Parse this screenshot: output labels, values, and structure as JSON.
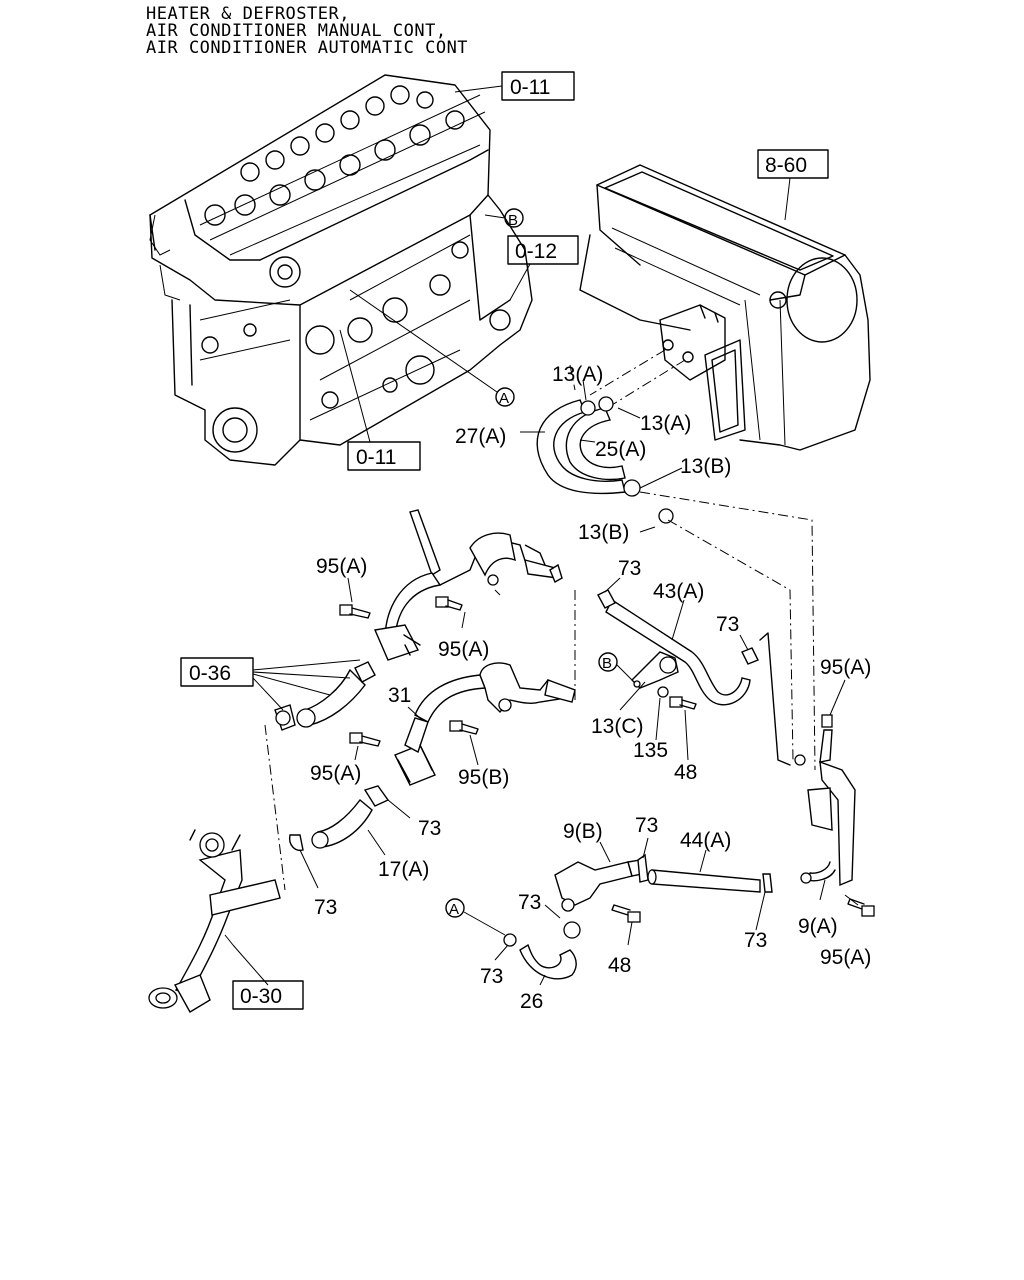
{
  "header": {
    "lines": [
      "HEATER & DEFROSTER,",
      "AIR CONDITIONER MANUAL CONT,",
      "AIR CONDITIONER AUTOMATIC CONT"
    ]
  },
  "references": {
    "ref_0_11_top": "0-11",
    "ref_0_11_bottom": "0-11",
    "ref_0_12": "0-12",
    "ref_8_60": "8-60",
    "ref_0_36": "0-36",
    "ref_0_30": "0-30"
  },
  "markers": {
    "a": "A",
    "b": "B"
  },
  "labels": {
    "p13a_1": "13(A)",
    "p13a_2": "13(A)",
    "p27a": "27(A)",
    "p25a": "25(A)",
    "p13b_1": "13(B)",
    "p13b_2": "13(B)",
    "p95a_1": "95(A)",
    "p73_1": "73",
    "p43a": "43(A)",
    "p73_2": "73",
    "p95a_2": "95(A)",
    "p95a_3": "95(A)",
    "p31": "31",
    "p13c": "13(C)",
    "p135": "135",
    "p48_1": "48",
    "p95a_4": "95(A)",
    "p95b": "95(B)",
    "p73_3": "73",
    "p17a": "17(A)",
    "p73_4": "73",
    "p9b": "9(B)",
    "p73_5": "73",
    "p44a": "44(A)",
    "p73_6": "73",
    "p73_7": "73",
    "p48_2": "48",
    "p73_8": "73",
    "p26": "26",
    "p9a": "9(A)",
    "p95a_5": "95(A)"
  }
}
